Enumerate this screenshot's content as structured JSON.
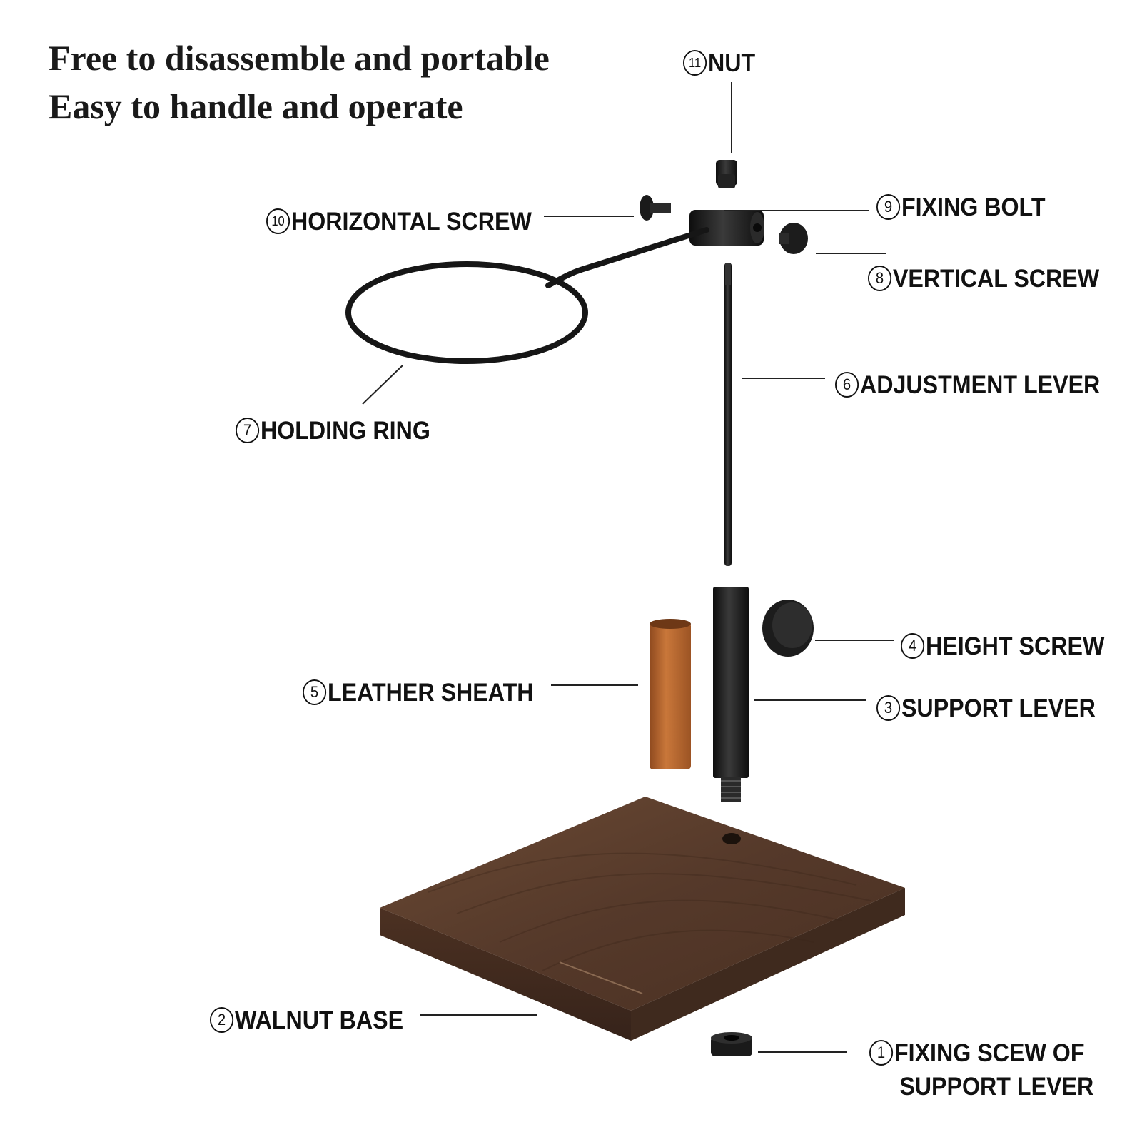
{
  "headline": {
    "line1": "Free to disassemble and portable",
    "line2": "Easy to handle and operate"
  },
  "parts": [
    {
      "num": "1",
      "name": "FIXING SCEW OF",
      "name2": "SUPPORT LEVER"
    },
    {
      "num": "2",
      "name": "WALNUT BASE"
    },
    {
      "num": "3",
      "name": "SUPPORT LEVER"
    },
    {
      "num": "4",
      "name": "HEIGHT SCREW"
    },
    {
      "num": "5",
      "name": "LEATHER SHEATH"
    },
    {
      "num": "6",
      "name": "ADJUSTMENT LEVER"
    },
    {
      "num": "7",
      "name": "HOLDING RING"
    },
    {
      "num": "8",
      "name": "VERTICAL SCREW"
    },
    {
      "num": "9",
      "name": "FIXING BOLT"
    },
    {
      "num": "10",
      "name": "HORIZONTAL SCREW"
    },
    {
      "num": "11",
      "name": "NUT"
    }
  ],
  "colors": {
    "metal": "#1c1c1c",
    "walnut": "#5a3d2b",
    "walnut_dark": "#3e2a1e",
    "leather": "#b8662e",
    "leader_line": "#222222"
  }
}
